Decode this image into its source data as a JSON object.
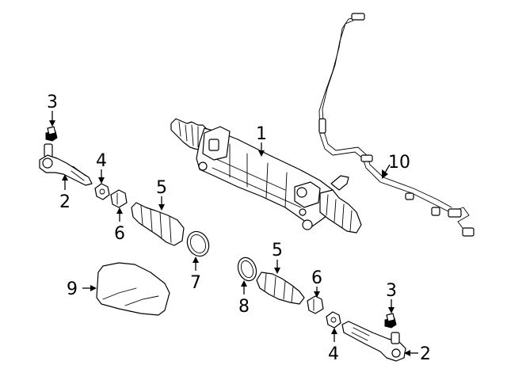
{
  "colors": {
    "background": "#ffffff",
    "line": "#000000"
  },
  "callouts": {
    "c1": "1",
    "c2a": "2",
    "c2b": "2",
    "c3a": "3",
    "c3b": "3",
    "c4a": "4",
    "c4b": "4",
    "c5a": "5",
    "c5b": "5",
    "c6a": "6",
    "c6b": "6",
    "c7": "7",
    "c8": "8",
    "c9": "9",
    "c10": "10"
  }
}
